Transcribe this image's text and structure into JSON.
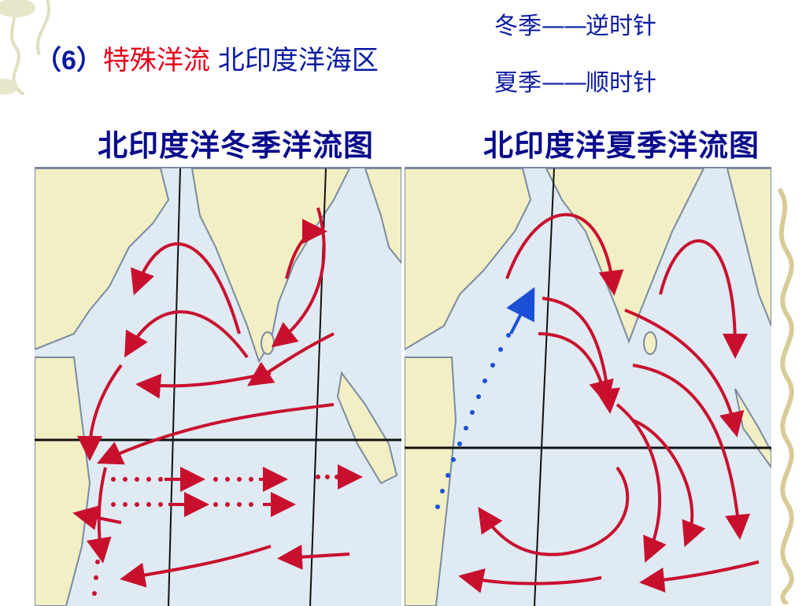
{
  "title": {
    "number": "（6）",
    "highlight": "特殊洋流",
    "region": "北印度洋海区"
  },
  "legend": [
    {
      "season": "冬季",
      "dash": "——",
      "direction": "逆时针"
    },
    {
      "season": "夏季",
      "dash": "——",
      "direction": "顺时针"
    }
  ],
  "maps": {
    "winter_title": "北印度洋冬季洋流图",
    "summer_title": "北印度洋夏季洋流图"
  },
  "colors": {
    "sea": "#dfeaf3",
    "land": "#f2efc4",
    "current_arrow": "#c8102e",
    "dotted_current": "#1a4fd6",
    "title_blue": "#0a1aa0",
    "title_red": "#e4001a"
  }
}
